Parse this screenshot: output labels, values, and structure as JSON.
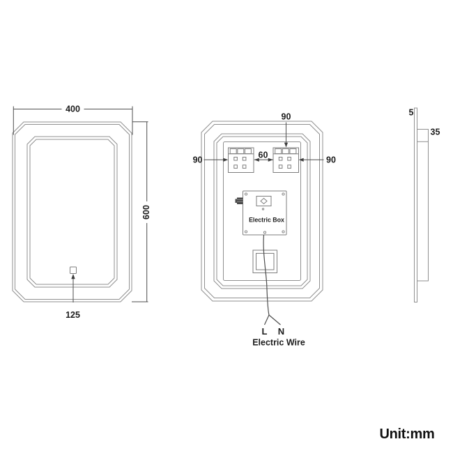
{
  "front_view": {
    "width": "400",
    "height": "600",
    "switch_offset": "125"
  },
  "back_view": {
    "bracket_top_offset": "90",
    "bracket_left_offset": "90",
    "bracket_gap": "60",
    "bracket_right_offset": "90",
    "electric_box": "Electric Box",
    "wire_live": "L",
    "wire_neutral": "N",
    "wire_label": "Electric Wire"
  },
  "side_view": {
    "glass_thickness": "5",
    "frame_depth": "35"
  },
  "unit_label": "Unit:mm",
  "colors": {
    "background": "#ffffff",
    "outline": "#8f8f8f",
    "dimension": "#4d4d4d",
    "text": "#1c1c1c"
  }
}
